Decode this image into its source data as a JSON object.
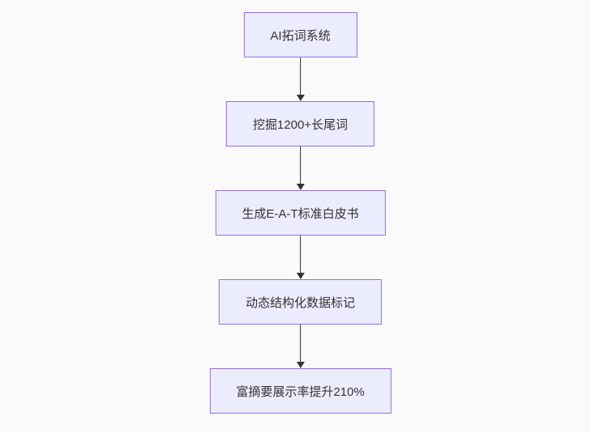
{
  "flowchart": {
    "type": "flowchart-top-down",
    "nodes": [
      {
        "id": "step-1",
        "label": "AI拓词系统"
      },
      {
        "id": "step-2",
        "label": "挖掘1200+长尾词"
      },
      {
        "id": "step-3",
        "label": "生成E-A-T标准白皮书"
      },
      {
        "id": "step-4",
        "label": "动态结构化数据标记"
      },
      {
        "id": "step-5",
        "label": "富摘要展示率提升210%"
      }
    ],
    "edges": [
      {
        "from": "step-1",
        "to": "step-2"
      },
      {
        "from": "step-2",
        "to": "step-3"
      },
      {
        "from": "step-3",
        "to": "step-4"
      },
      {
        "from": "step-4",
        "to": "step-5"
      }
    ],
    "colors": {
      "background": "#fafafa",
      "node_fill": "#ececff",
      "node_border": "#9370db",
      "node_text": "#333333",
      "arrow": "#333333"
    }
  }
}
